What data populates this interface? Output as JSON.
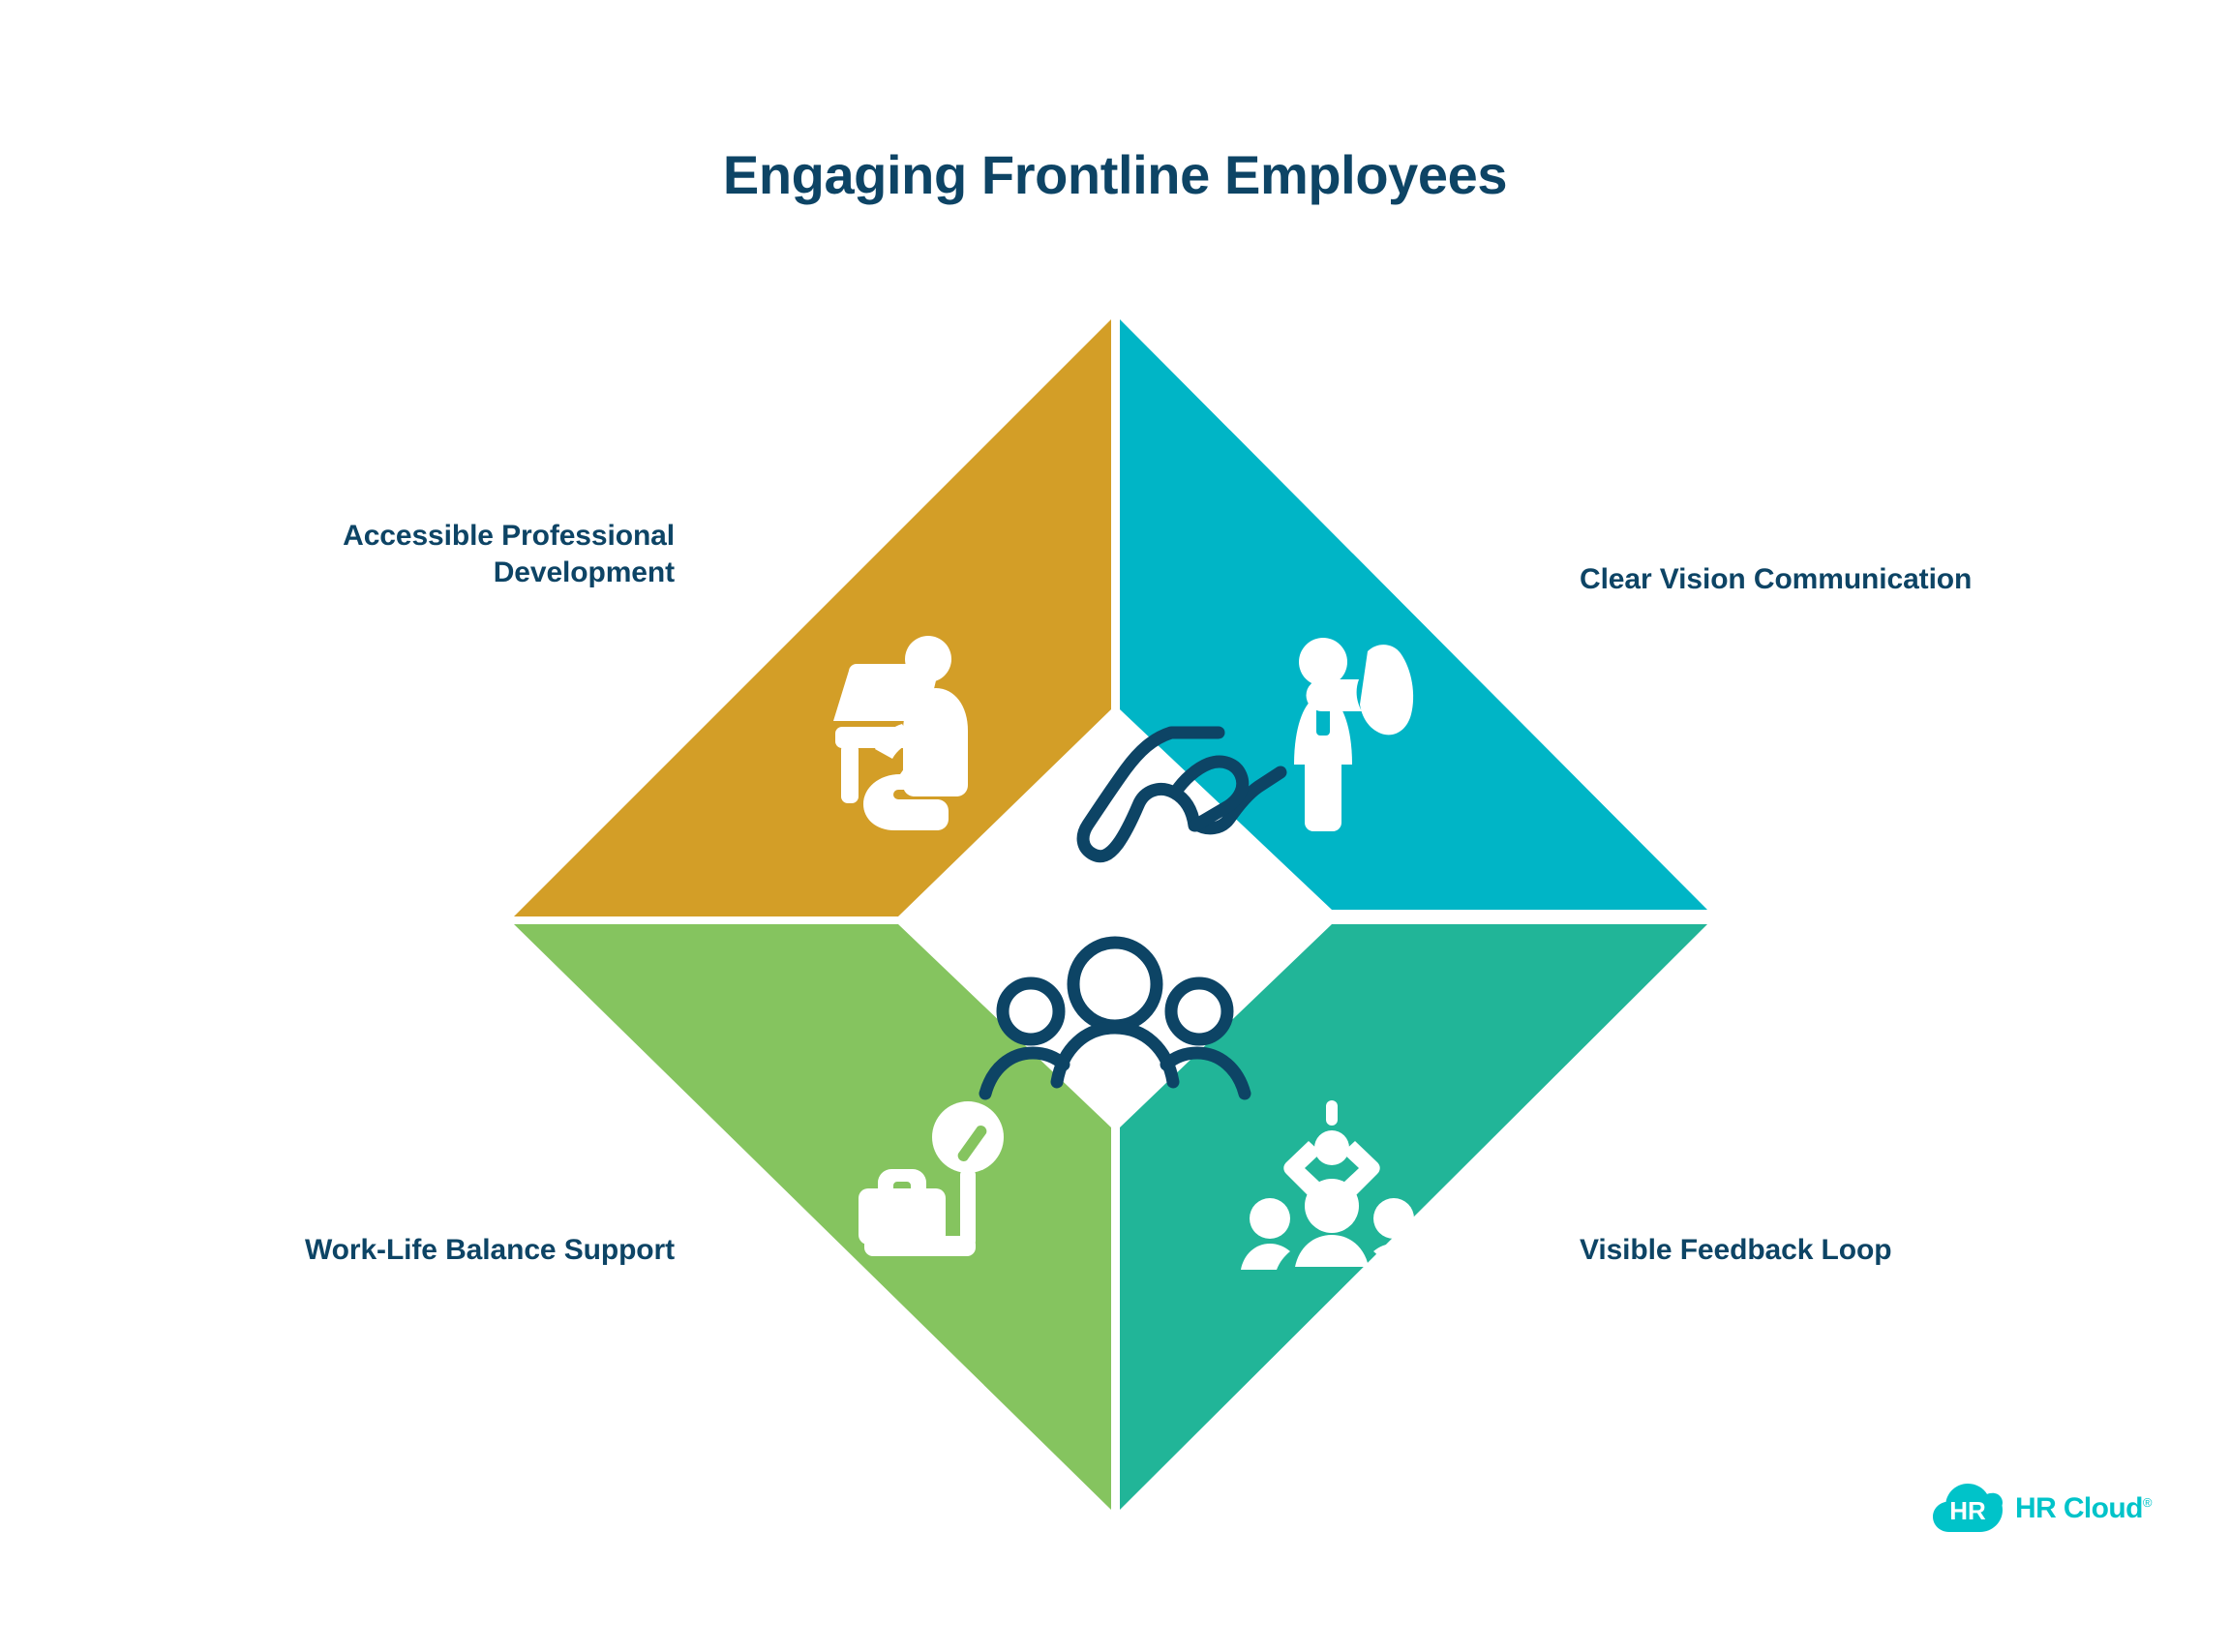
{
  "page": {
    "title": "Engaging Frontline Employees",
    "background_color": "#ffffff",
    "text_color": "#0d4465"
  },
  "diagram": {
    "type": "four-quadrant-diamond",
    "center_icon": {
      "name": "hands-protecting-group-icon",
      "description": "Two hands sheltering a group of three people",
      "color": "#0d4465"
    },
    "quadrants": [
      {
        "id": "top-left",
        "label": "Accessible Professional\nDevelopment",
        "color": "#d39e27",
        "icon_name": "person-at-desk-laptop-icon",
        "icon_color": "#ffffff",
        "label_align": "right"
      },
      {
        "id": "top-right",
        "label": "Clear Vision Communication",
        "color": "#00b5c6",
        "icon_name": "businessman-speech-bubble-icon",
        "icon_color": "#ffffff",
        "label_align": "left"
      },
      {
        "id": "bottom-left",
        "label": "Work-Life Balance Support",
        "color": "#85c45f",
        "icon_name": "briefcase-clock-scale-icon",
        "icon_color": "#ffffff",
        "label_align": "right"
      },
      {
        "id": "bottom-right",
        "label": "Visible Feedback Loop",
        "color": "#21b598",
        "icon_name": "presenter-with-audience-icon",
        "icon_color": "#ffffff",
        "label_align": "left"
      }
    ]
  },
  "logo": {
    "mark_text": "HR",
    "wordmark": "HR Cloud",
    "registered_mark": "®",
    "color": "#00c3c9"
  }
}
